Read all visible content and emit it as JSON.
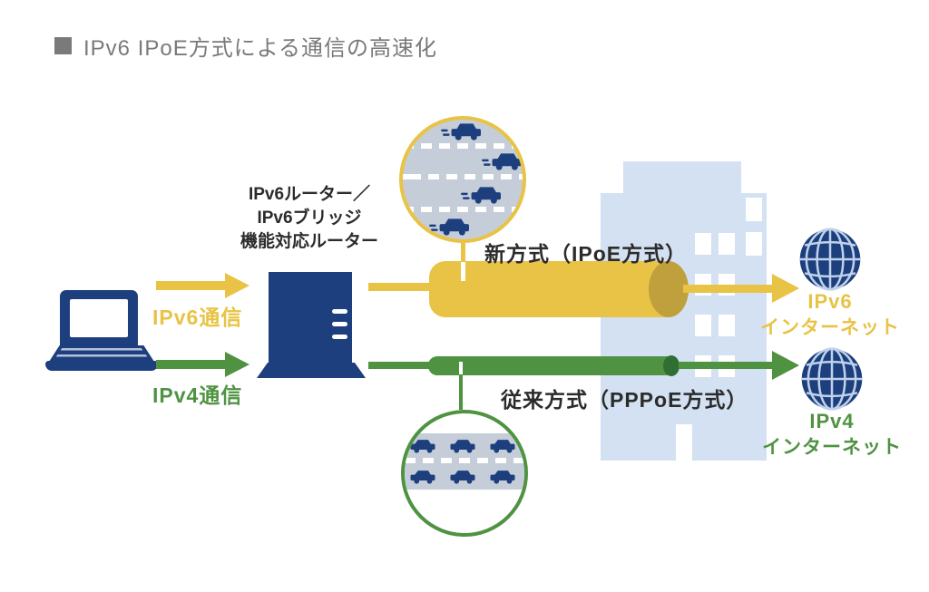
{
  "title": {
    "marker": "■",
    "text": "IPv6 IPoE方式による通信の高速化"
  },
  "router": {
    "line1": "IPv6ルーター／",
    "line2": "IPv6ブリッジ",
    "line3": "機能対応ルーター"
  },
  "flows": {
    "ipv6": {
      "traffic_label": "IPv6通信",
      "method_label": "新方式（IPoE方式）",
      "internet_line1": "IPv6",
      "internet_line2": "インターネット"
    },
    "ipv4": {
      "traffic_label": "IPv4通信",
      "method_label": "従来方式（PPPoE方式）",
      "internet_line1": "IPv4",
      "internet_line2": "インターネット"
    }
  },
  "scenes": {
    "ipoe_highway": {
      "car_count": 4,
      "state": "smooth-fast",
      "lane_lines": 3
    },
    "pppoe_highway": {
      "car_count": 6,
      "state": "congested",
      "lane_lines": 1
    }
  },
  "colors": {
    "navy": "#1d3f7e",
    "yellow": "#e8c345",
    "yellow_dark": "#bfa03c",
    "green": "#4f9342",
    "green_dark": "#2f6f33",
    "building": "#d3e1f2",
    "road": "#c5cdd9",
    "title_gray": "#7a7a7a",
    "label_dark": "#2b2b2b",
    "globe_grid": "#bfd2ea"
  }
}
